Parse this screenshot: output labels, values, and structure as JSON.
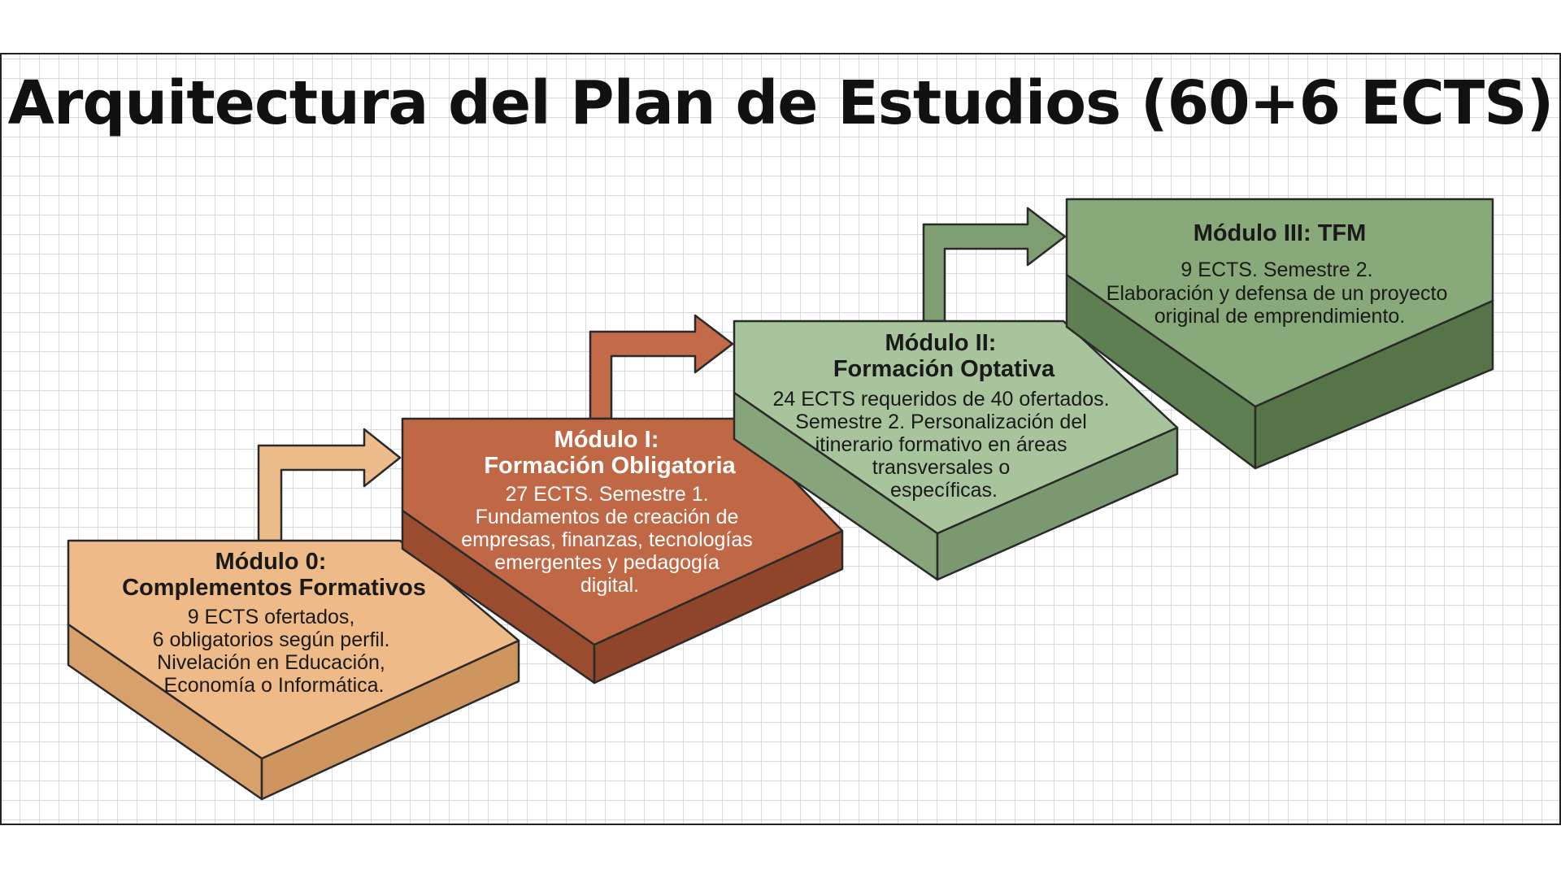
{
  "title": "Arquitectura del Plan de Estudios (60+6 ECTS)",
  "modules": [
    {
      "title_lines": [
        "Módulo 0:",
        "Complementos Formativos"
      ],
      "body_lines": [
        "9 ECTS ofertados,",
        "6 obligatorios según perfil.",
        "Nivelación en Educación,",
        "Economía o Informática."
      ],
      "colors": {
        "top": "#edba88",
        "side": "#d8a06a",
        "arrow": "#eebc8a",
        "text": "#1a1a1a"
      }
    },
    {
      "title_lines": [
        "Módulo I:",
        "Formación Obligatoria"
      ],
      "body_lines": [
        "27 ECTS. Semestre 1.",
        "Fundamentos de creación de",
        "empresas, finanzas, tecnologías",
        "emergentes y pedagogía",
        "digital."
      ],
      "colors": {
        "top": "#c06845",
        "side": "#9c4c2e",
        "arrow": "#c36a48",
        "text": "#ffffff"
      }
    },
    {
      "title_lines": [
        "Módulo II:",
        "Formación Optativa"
      ],
      "body_lines": [
        "24 ECTS requeridos de 40 ofertados.",
        "Semestre 2. Personalización del",
        "itinerario formativo en áreas",
        "transversales o",
        "específicas."
      ],
      "colors": {
        "top": "#a8c49c",
        "side": "#87a57b",
        "arrow": "#7d9e71",
        "text": "#1a1a1a"
      }
    },
    {
      "title_lines": [
        "Módulo III: TFM"
      ],
      "body_lines": [
        "9 ECTS. Semestre 2.",
        "Elaboración y defensa de un proyecto",
        "original de emprendimiento."
      ],
      "colors": {
        "top": "#88a97a",
        "side": "#5e7f52",
        "arrow": "#7d9e71",
        "text": "#1a1a1a"
      }
    }
  ]
}
